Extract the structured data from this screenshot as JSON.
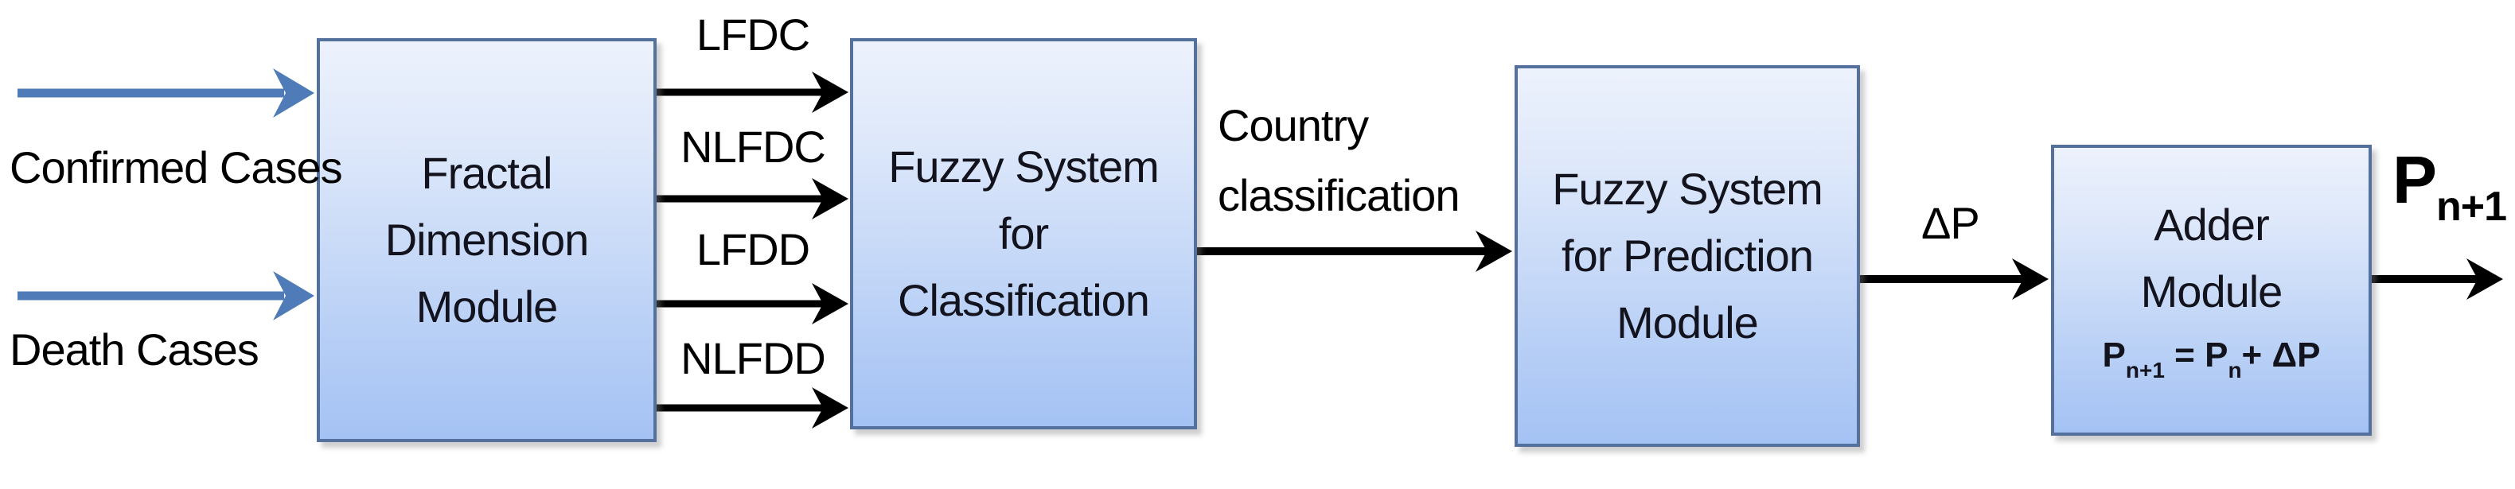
{
  "colors": {
    "background": "#ffffff",
    "box_fill_top": "#edf2fc",
    "box_fill_bottom": "#a4c2f4",
    "box_border": "#54719d",
    "blue_arrow": "#4f7cb8",
    "black_arrow": "#000000",
    "text": "#000000"
  },
  "inputs": {
    "confirmed": "Confirmed Cases",
    "death": "Death Cases"
  },
  "modules": {
    "fractal": {
      "lines": [
        "Fractal",
        "Dimension",
        "Module"
      ]
    },
    "classifier": {
      "lines": [
        "Fuzzy System",
        "for",
        "Classification"
      ]
    },
    "predictor": {
      "lines": [
        "Fuzzy System",
        "for Prediction",
        "Module"
      ]
    },
    "adder": {
      "lines": [
        "Adder",
        "Module"
      ],
      "formula": {
        "p1": "P",
        "sub1": "n+1",
        "eq": " = ",
        "p2": "P",
        "sub2": "n",
        "plus": "+ ",
        "dp": "ΔP"
      }
    }
  },
  "signals": {
    "fd_out1": "LFDC",
    "fd_out2": "NLFDC",
    "fd_out3": "LFDD",
    "fd_out4": "NLFDD",
    "country_line1": "Country",
    "country_line2": "classification",
    "delta": "ΔP",
    "output_base": "P",
    "output_sub": "n+1"
  }
}
